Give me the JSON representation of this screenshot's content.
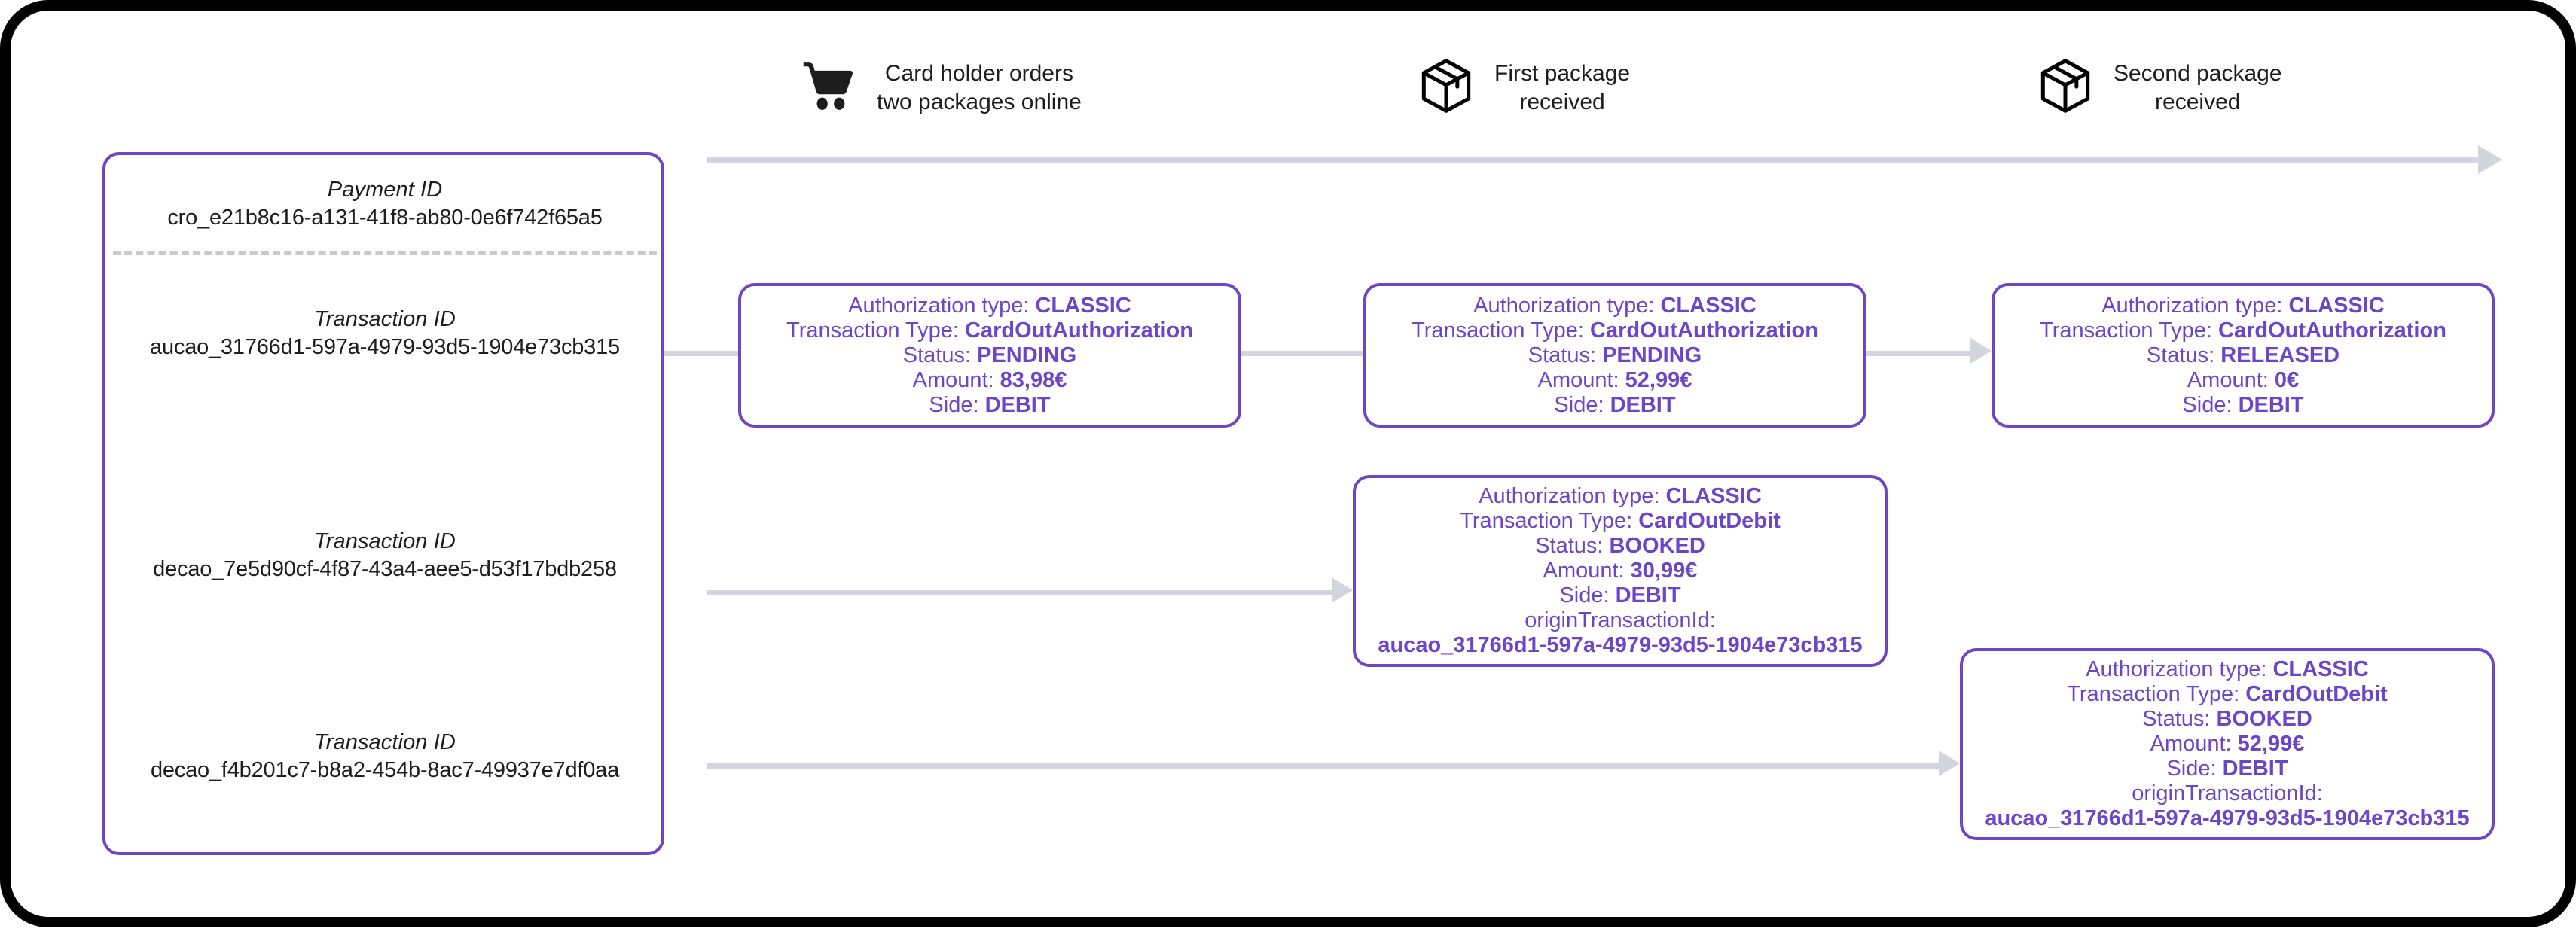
{
  "theme": {
    "accent_purple": "#6b46c8",
    "border_purple": "#7045c4",
    "connector_gray": "#d3d4de",
    "text_dark": "#1d1d1d",
    "frame_black": "#000000"
  },
  "id_panel": {
    "payment": {
      "label": "Payment ID",
      "value": "cro_e21b8c16-a131-41f8-ab80-0e6f742f65a5"
    },
    "transactions": [
      {
        "label": "Transaction ID",
        "value": "aucao_31766d1-597a-4979-93d5-1904e73cb315"
      },
      {
        "label": "Transaction ID",
        "value": "decao_7e5d90cf-4f87-43a4-aee5-d53f17bdb258"
      },
      {
        "label": "Transaction ID",
        "value": "decao_f4b201c7-b8a2-454b-8ac7-49937e7df0aa"
      }
    ]
  },
  "timeline": {
    "milestones": [
      {
        "icon": "shopping-cart-icon",
        "label": "Card holder orders\ntwo packages online"
      },
      {
        "icon": "package-box-icon",
        "label": "First package\nreceived"
      },
      {
        "icon": "package-box-icon",
        "label": "Second package\nreceived"
      }
    ]
  },
  "cards": {
    "labels": {
      "authorization_type": "Authorization type:",
      "transaction_type": "Transaction Type:",
      "status": "Status:",
      "amount": "Amount:",
      "side": "Side:",
      "origin_transaction_id": "originTransactionId:"
    },
    "auth_1": {
      "authorization_type": "CLASSIC",
      "transaction_type": "CardOutAuthorization",
      "status": "PENDING",
      "amount": "83,98€",
      "side": "DEBIT"
    },
    "auth_2": {
      "authorization_type": "CLASSIC",
      "transaction_type": "CardOutAuthorization",
      "status": "PENDING",
      "amount": "52,99€",
      "side": "DEBIT"
    },
    "auth_3": {
      "authorization_type": "CLASSIC",
      "transaction_type": "CardOutAuthorization",
      "status": "RELEASED",
      "amount": "0€",
      "side": "DEBIT"
    },
    "debit_1": {
      "authorization_type": "CLASSIC",
      "transaction_type": "CardOutDebit",
      "status": "BOOKED",
      "amount": "30,99€",
      "side": "DEBIT",
      "origin_transaction_id": "aucao_31766d1-597a-4979-93d5-1904e73cb315"
    },
    "debit_2": {
      "authorization_type": "CLASSIC",
      "transaction_type": "CardOutDebit",
      "status": "BOOKED",
      "amount": "52,99€",
      "side": "DEBIT",
      "origin_transaction_id": "aucao_31766d1-597a-4979-93d5-1904e73cb315"
    }
  }
}
